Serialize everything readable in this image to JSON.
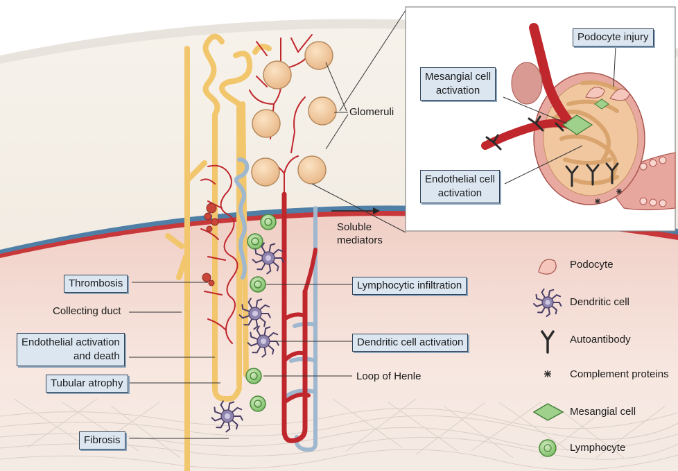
{
  "labels": {
    "thrombosis": "Thrombosis",
    "collecting_duct": "Collecting duct",
    "endothelial_activation": "Endothelial activation",
    "and_death": "and death",
    "tubular_atrophy": "Tubular atrophy",
    "fibrosis": "Fibrosis",
    "glomeruli": "Glomeruli",
    "soluble": "Soluble",
    "mediators": "mediators",
    "lymphocytic_infiltration": "Lymphocytic infiltration",
    "dendritic_cell_activation": "Dendritic cell activation",
    "loop_of_henle": "Loop of Henle"
  },
  "inset": {
    "podocyte_injury": "Podocyte injury",
    "mesangial_line1": "Mesangial cell",
    "mesangial_line2": "activation",
    "endothelial_line1": "Endothelial cell",
    "endothelial_line2": "activation"
  },
  "legend": [
    {
      "label": "Podocyte",
      "icon": "podocyte-icon"
    },
    {
      "label": "Dendritic cell",
      "icon": "dendritic-cell-icon"
    },
    {
      "label": "Autoantibody",
      "icon": "autoantibody-icon"
    },
    {
      "label": "Complement proteins",
      "icon": "complement-icon"
    },
    {
      "label": "Mesangial cell",
      "icon": "mesangial-cell-icon"
    },
    {
      "label": "Lymphocyte",
      "icon": "lymphocyte-icon"
    }
  ],
  "colors": {
    "tubule": "#f2c66c",
    "vessel_red": "#c0272d",
    "vessel_blue": "#9fb7cf",
    "box_fill": "#dbe6f1",
    "cortex": "#f3ede4",
    "medulla": "#f4dcd3"
  }
}
